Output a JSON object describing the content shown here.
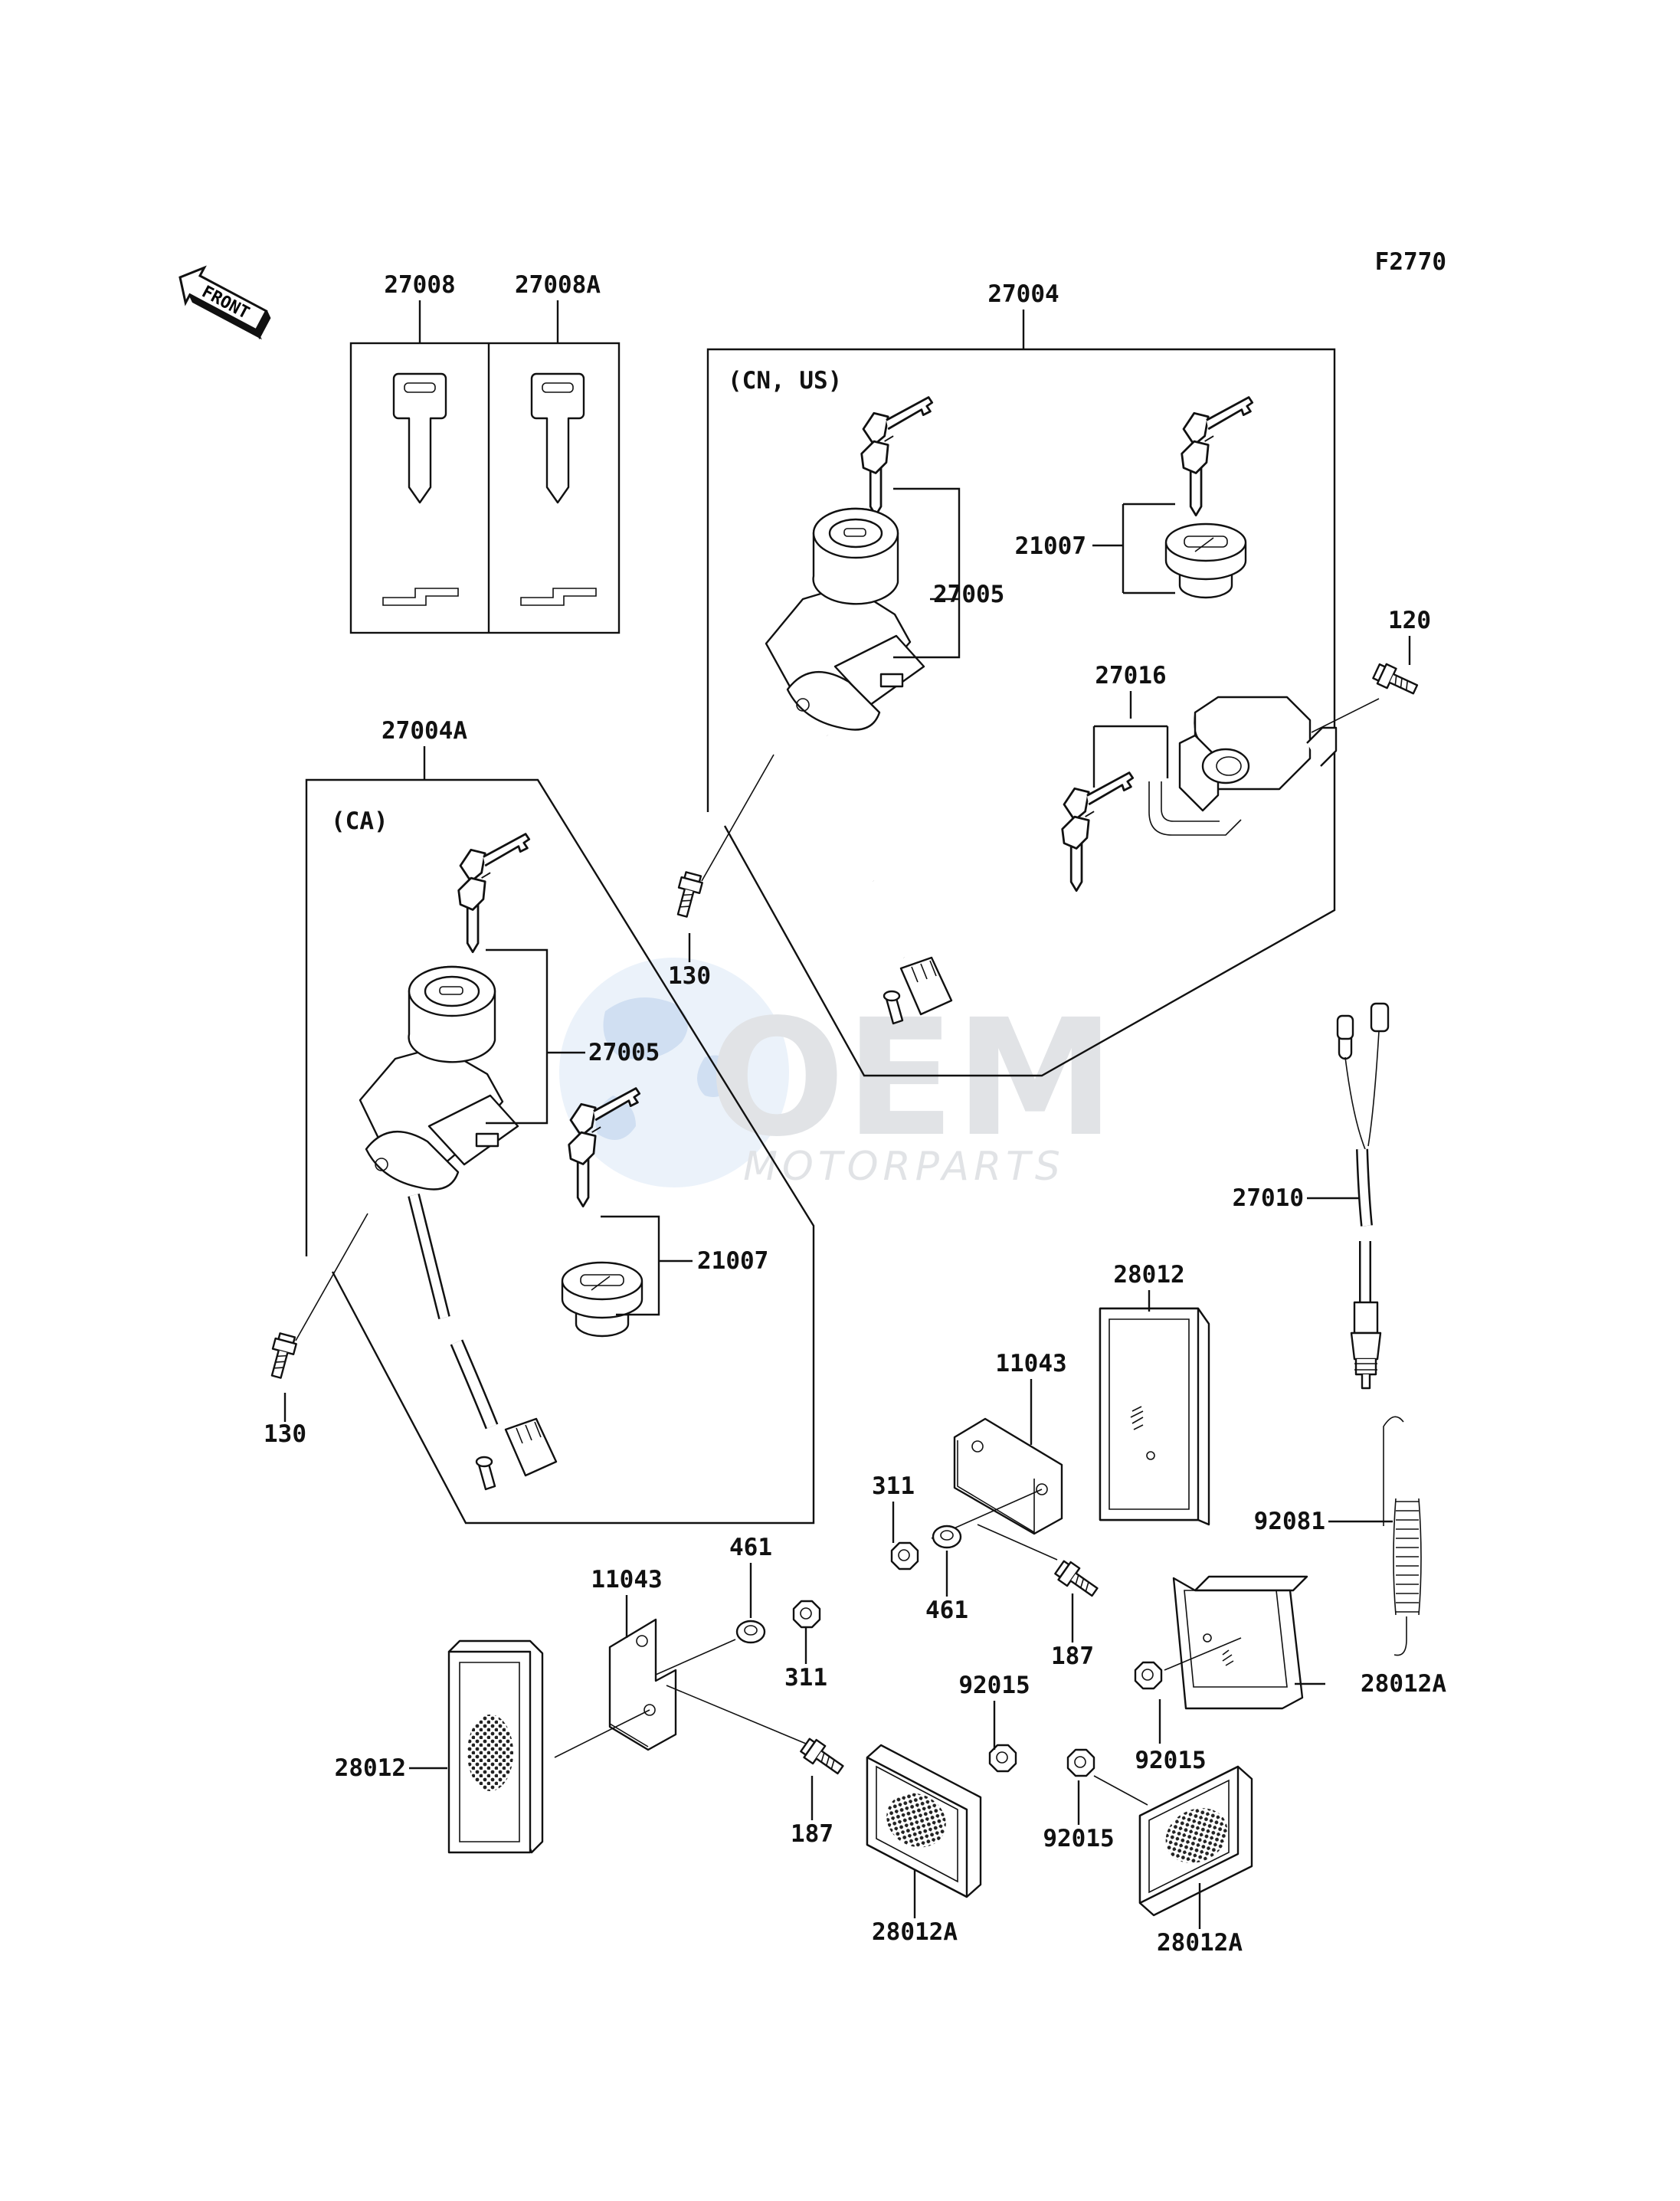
{
  "figure_code": "F2770",
  "front_badge": "FRONT",
  "watermark": {
    "brand": "OEM",
    "sub": "MOTORPARTS"
  },
  "regions": {
    "cn_us": "(CN, US)",
    "ca": "(CA)"
  },
  "labels": {
    "k27008": "27008",
    "k27008A": "27008A",
    "k27004": "27004",
    "k27004A": "27004A",
    "k21007_top": "21007",
    "k27005_top": "27005",
    "k27016": "27016",
    "k120": "120",
    "k130_top": "130",
    "k27005_bot": "27005",
    "k21007_bot": "21007",
    "k130_bot": "130",
    "k27010": "27010",
    "k28012_top": "28012",
    "k11043_top": "11043",
    "k311_top": "311",
    "k461_top": "461",
    "k187_top": "187",
    "k92081": "92081",
    "k11043_bot": "11043",
    "k461_bot": "461",
    "k311_bot": "311",
    "k28012_left": "28012",
    "k187_bot": "187",
    "k92015_a": "92015",
    "k92015_b": "92015",
    "k92015_c": "92015",
    "k28012A_right": "28012A",
    "k28012A_bl": "28012A",
    "k28012A_br": "28012A"
  }
}
